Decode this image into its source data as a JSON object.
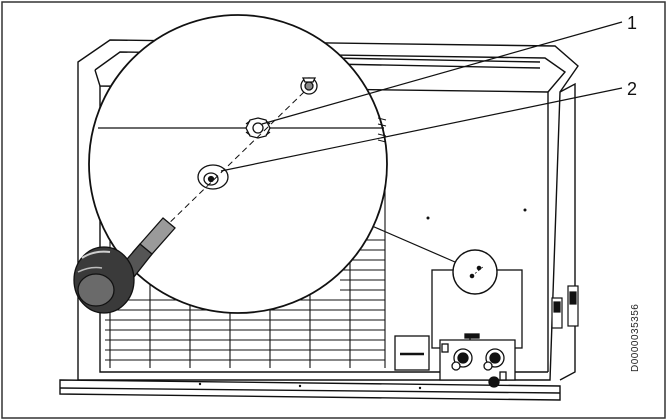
{
  "callouts": {
    "one": "1",
    "two": "2"
  },
  "document_id": "D0000035356",
  "colors": {
    "stroke": "#111111",
    "frame": "#333333",
    "knob": "#3a3a3a",
    "fill": "#ffffff"
  },
  "icons": [
    "screwdriver-icon",
    "nut-icon",
    "washer-icon",
    "screw-icon"
  ]
}
